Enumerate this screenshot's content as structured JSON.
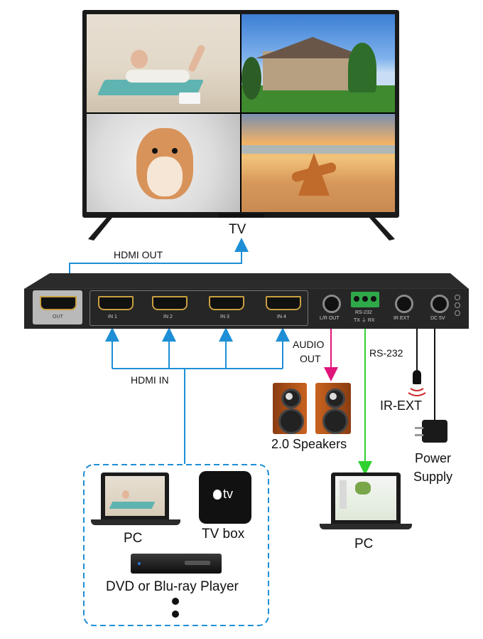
{
  "tv": {
    "label": "TV"
  },
  "links": {
    "hdmi_out": "HDMI OUT",
    "hdmi_in": "HDMI IN",
    "audio_out_line1": "AUDIO",
    "audio_out_line2": "OUT",
    "rs232": "RS-232"
  },
  "device": {
    "ports": {
      "out": "OUT",
      "in1": "IN 1",
      "in2": "IN 2",
      "in3": "IN 3",
      "in4": "IN 4",
      "lr_out": "L/R OUT",
      "rs232": "RS-232",
      "rs232_pins": "TX ⏚ RX",
      "ir_ext": "IR EXT",
      "dc": "DC 5V"
    }
  },
  "peripherals": {
    "speakers": "2.0 Speakers",
    "ir_ext": "IR-EXT",
    "power_line1": "Power",
    "power_line2": "Supply",
    "pc_right": "PC"
  },
  "sources": {
    "pc": "PC",
    "tv_box": "TV box",
    "tv_box_logo": "tv",
    "player": "DVD or Blu-ray Player"
  },
  "colors": {
    "hdmi_line": "#1e8fd6",
    "audio_line": "#e0157a",
    "rs232_line": "#2fd12f",
    "device_body": "#2b2b2b"
  }
}
